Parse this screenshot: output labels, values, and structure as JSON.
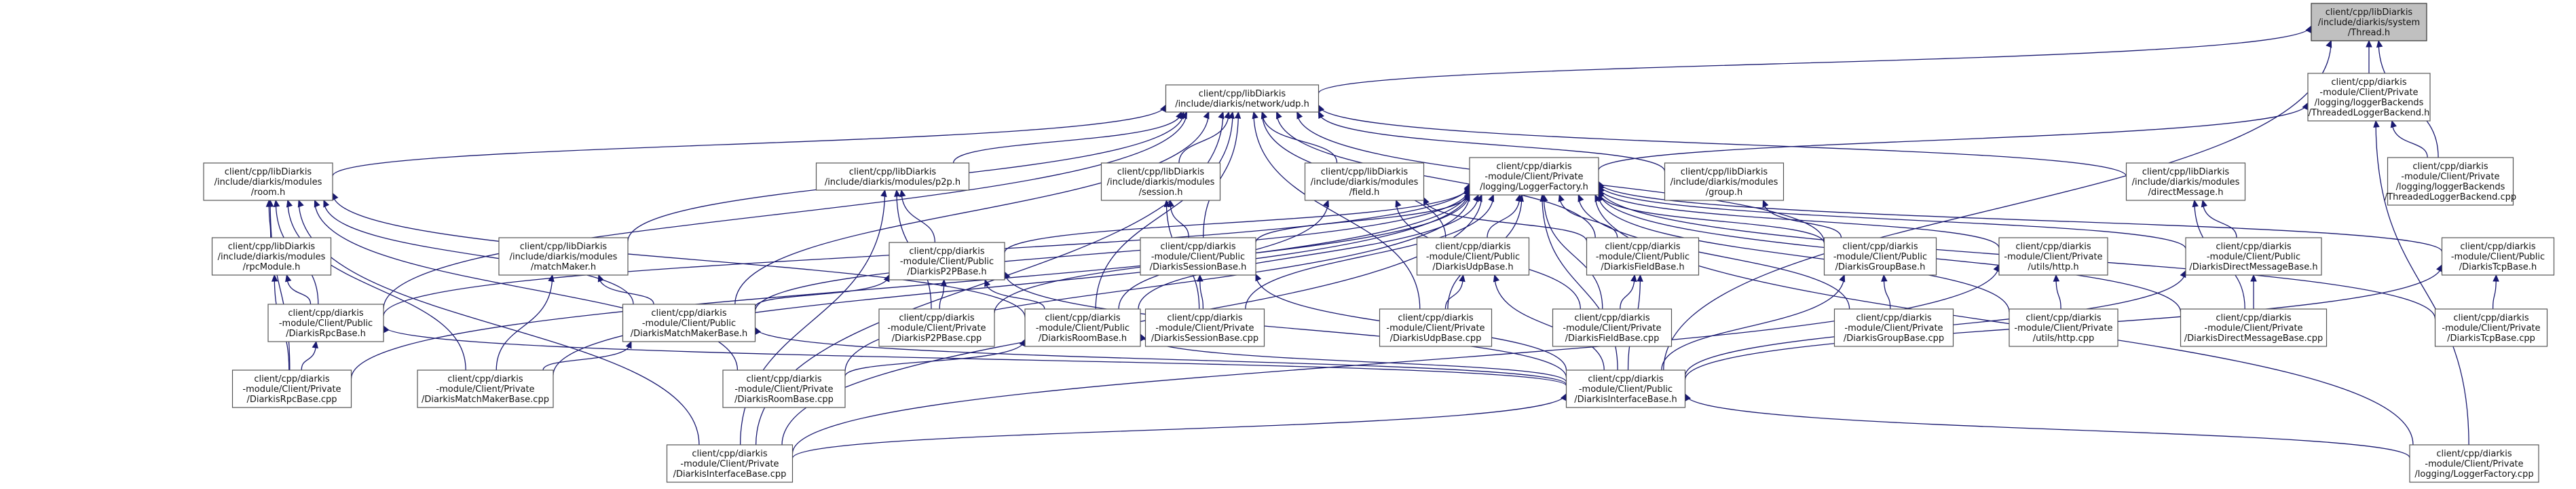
{
  "diagram": {
    "nodes": [
      {
        "id": "thread",
        "lines": [
          "client/cpp/libDiarkis",
          "/include/diarkis/system",
          "/Thread.h"
        ],
        "root": true
      },
      {
        "id": "udp",
        "lines": [
          "client/cpp/libDiarkis",
          "/include/diarkis/network/udp.h"
        ]
      },
      {
        "id": "tlb_h",
        "lines": [
          "client/cpp/diarkis",
          "-module/Client/Private",
          "/logging/loggerBackends",
          "/ThreadedLoggerBackend.h"
        ]
      },
      {
        "id": "room_h",
        "lines": [
          "client/cpp/libDiarkis",
          "/include/diarkis/modules",
          "/room.h"
        ]
      },
      {
        "id": "p2p_h",
        "lines": [
          "client/cpp/libDiarkis",
          "/include/diarkis/modules/p2p.h"
        ]
      },
      {
        "id": "session_h",
        "lines": [
          "client/cpp/libDiarkis",
          "/include/diarkis/modules",
          "/session.h"
        ]
      },
      {
        "id": "field_h",
        "lines": [
          "client/cpp/libDiarkis",
          "/include/diarkis/modules",
          "/field.h"
        ]
      },
      {
        "id": "logfac_h",
        "lines": [
          "client/cpp/diarkis",
          "-module/Client/Private",
          "/logging/LoggerFactory.h"
        ]
      },
      {
        "id": "group_h",
        "lines": [
          "client/cpp/libDiarkis",
          "/include/diarkis/modules",
          "/group.h"
        ]
      },
      {
        "id": "dm_h",
        "lines": [
          "client/cpp/libDiarkis",
          "/include/diarkis/modules",
          "/directMessage.h"
        ]
      },
      {
        "id": "tlb_cpp",
        "lines": [
          "client/cpp/diarkis",
          "-module/Client/Private",
          "/logging/loggerBackends",
          "/ThreadedLoggerBackend.cpp"
        ]
      },
      {
        "id": "rpcmod_h",
        "lines": [
          "client/cpp/libDiarkis",
          "/include/diarkis/modules",
          "/rpcModule.h"
        ]
      },
      {
        "id": "mm_h",
        "lines": [
          "client/cpp/libDiarkis",
          "/include/diarkis/modules",
          "/matchMaker.h"
        ]
      },
      {
        "id": "p2pbase_h",
        "lines": [
          "client/cpp/diarkis",
          "-module/Client/Public",
          "/DiarkisP2PBase.h"
        ]
      },
      {
        "id": "sessbase_h",
        "lines": [
          "client/cpp/diarkis",
          "-module/Client/Public",
          "/DiarkisSessionBase.h"
        ]
      },
      {
        "id": "udpbase_h",
        "lines": [
          "client/cpp/diarkis",
          "-module/Client/Public",
          "/DiarkisUdpBase.h"
        ]
      },
      {
        "id": "fieldbase_h",
        "lines": [
          "client/cpp/diarkis",
          "-module/Client/Public",
          "/DiarkisFieldBase.h"
        ]
      },
      {
        "id": "groupbase_h",
        "lines": [
          "client/cpp/diarkis",
          "-module/Client/Public",
          "/DiarkisGroupBase.h"
        ]
      },
      {
        "id": "http_h",
        "lines": [
          "client/cpp/diarkis",
          "-module/Client/Private",
          "/utils/http.h"
        ]
      },
      {
        "id": "dmbase_h",
        "lines": [
          "client/cpp/diarkis",
          "-module/Client/Public",
          "/DiarkisDirectMessageBase.h"
        ]
      },
      {
        "id": "tcpbase_h",
        "lines": [
          "client/cpp/diarkis",
          "-module/Client/Public",
          "/DiarkisTcpBase.h"
        ]
      },
      {
        "id": "rpcbase_h",
        "lines": [
          "client/cpp/diarkis",
          "-module/Client/Public",
          "/DiarkisRpcBase.h"
        ]
      },
      {
        "id": "mmbase_h",
        "lines": [
          "client/cpp/diarkis",
          "-module/Client/Public",
          "/DiarkisMatchMakerBase.h"
        ]
      },
      {
        "id": "p2pbase_cpp",
        "lines": [
          "client/cpp/diarkis",
          "-module/Client/Private",
          "/DiarkisP2PBase.cpp"
        ]
      },
      {
        "id": "roombase_h",
        "lines": [
          "client/cpp/diarkis",
          "-module/Client/Public",
          "/DiarkisRoomBase.h"
        ]
      },
      {
        "id": "sessbase_cpp",
        "lines": [
          "client/cpp/diarkis",
          "-module/Client/Private",
          "/DiarkisSessionBase.cpp"
        ]
      },
      {
        "id": "udpbase_cpp",
        "lines": [
          "client/cpp/diarkis",
          "-module/Client/Private",
          "/DiarkisUdpBase.cpp"
        ]
      },
      {
        "id": "fieldbase_cpp",
        "lines": [
          "client/cpp/diarkis",
          "-module/Client/Private",
          "/DiarkisFieldBase.cpp"
        ]
      },
      {
        "id": "groupbase_cpp",
        "lines": [
          "client/cpp/diarkis",
          "-module/Client/Private",
          "/DiarkisGroupBase.cpp"
        ]
      },
      {
        "id": "http_cpp",
        "lines": [
          "client/cpp/diarkis",
          "-module/Client/Private",
          "/utils/http.cpp"
        ]
      },
      {
        "id": "dmbase_cpp",
        "lines": [
          "client/cpp/diarkis",
          "-module/Client/Private",
          "/DiarkisDirectMessageBase.cpp"
        ]
      },
      {
        "id": "tcpbase_cpp",
        "lines": [
          "client/cpp/diarkis",
          "-module/Client/Private",
          "/DiarkisTcpBase.cpp"
        ]
      },
      {
        "id": "rpcbase_cpp",
        "lines": [
          "client/cpp/diarkis",
          "-module/Client/Private",
          "/DiarkisRpcBase.cpp"
        ]
      },
      {
        "id": "mmbase_cpp",
        "lines": [
          "client/cpp/diarkis",
          "-module/Client/Private",
          "/DiarkisMatchMakerBase.cpp"
        ]
      },
      {
        "id": "roombase_cpp",
        "lines": [
          "client/cpp/diarkis",
          "-module/Client/Private",
          "/DiarkisRoomBase.cpp"
        ]
      },
      {
        "id": "ifbase_h",
        "lines": [
          "client/cpp/diarkis",
          "-module/Client/Public",
          "/DiarkisInterfaceBase.h"
        ]
      },
      {
        "id": "ifbase_cpp",
        "lines": [
          "client/cpp/diarkis",
          "-module/Client/Private",
          "/DiarkisInterfaceBase.cpp"
        ]
      },
      {
        "id": "logfac_cpp",
        "lines": [
          "client/cpp/diarkis",
          "-module/Client/Private",
          "/logging/LoggerFactory.cpp"
        ]
      }
    ],
    "edges": [
      [
        "thread",
        "udp"
      ],
      [
        "thread",
        "tlb_h"
      ],
      [
        "thread",
        "tlb_cpp"
      ],
      [
        "thread",
        "ifbase_h"
      ],
      [
        "tlb_h",
        "logfac_h"
      ],
      [
        "tlb_h",
        "tlb_cpp"
      ],
      [
        "tlb_h",
        "logfac_cpp"
      ],
      [
        "udp",
        "room_h"
      ],
      [
        "udp",
        "p2p_h"
      ],
      [
        "udp",
        "session_h"
      ],
      [
        "udp",
        "field_h"
      ],
      [
        "udp",
        "group_h"
      ],
      [
        "udp",
        "dm_h"
      ],
      [
        "udp",
        "mm_h"
      ],
      [
        "udp",
        "rpcbase_h"
      ],
      [
        "udp",
        "mmbase_h"
      ],
      [
        "udp",
        "roombase_h"
      ],
      [
        "udp",
        "sessbase_h"
      ],
      [
        "udp",
        "udpbase_h"
      ],
      [
        "udp",
        "fieldbase_h"
      ],
      [
        "udp",
        "groupbase_h"
      ],
      [
        "udp",
        "udpbase_cpp"
      ],
      [
        "udp",
        "ifbase_cpp"
      ],
      [
        "room_h",
        "rpcmod_h"
      ],
      [
        "room_h",
        "rpcbase_h"
      ],
      [
        "room_h",
        "mmbase_h"
      ],
      [
        "room_h",
        "roombase_h"
      ],
      [
        "room_h",
        "rpcbase_cpp"
      ],
      [
        "room_h",
        "mmbase_cpp"
      ],
      [
        "room_h",
        "roombase_cpp"
      ],
      [
        "room_h",
        "ifbase_cpp"
      ],
      [
        "rpcmod_h",
        "rpcbase_h"
      ],
      [
        "rpcmod_h",
        "rpcbase_cpp"
      ],
      [
        "mm_h",
        "mmbase_h"
      ],
      [
        "mm_h",
        "mmbase_cpp"
      ],
      [
        "p2p_h",
        "p2pbase_h"
      ],
      [
        "p2p_h",
        "p2pbase_cpp"
      ],
      [
        "p2p_h",
        "ifbase_cpp"
      ],
      [
        "session_h",
        "sessbase_h"
      ],
      [
        "session_h",
        "sessbase_cpp"
      ],
      [
        "field_h",
        "fieldbase_h"
      ],
      [
        "field_h",
        "fieldbase_cpp"
      ],
      [
        "field_h",
        "roombase_h"
      ],
      [
        "group_h",
        "groupbase_h"
      ],
      [
        "dm_h",
        "dmbase_h"
      ],
      [
        "dm_h",
        "dmbase_cpp"
      ],
      [
        "logfac_h",
        "rpcbase_h"
      ],
      [
        "logfac_h",
        "mmbase_h"
      ],
      [
        "logfac_h",
        "p2pbase_h"
      ],
      [
        "logfac_h",
        "roombase_h"
      ],
      [
        "logfac_h",
        "sessbase_h"
      ],
      [
        "logfac_h",
        "udpbase_h"
      ],
      [
        "logfac_h",
        "fieldbase_h"
      ],
      [
        "logfac_h",
        "groupbase_h"
      ],
      [
        "logfac_h",
        "http_h"
      ],
      [
        "logfac_h",
        "dmbase_h"
      ],
      [
        "logfac_h",
        "tcpbase_h"
      ],
      [
        "logfac_h",
        "ifbase_h"
      ],
      [
        "logfac_h",
        "rpcbase_cpp"
      ],
      [
        "logfac_h",
        "mmbase_cpp"
      ],
      [
        "logfac_h",
        "p2pbase_cpp"
      ],
      [
        "logfac_h",
        "roombase_cpp"
      ],
      [
        "logfac_h",
        "sessbase_cpp"
      ],
      [
        "logfac_h",
        "udpbase_cpp"
      ],
      [
        "logfac_h",
        "fieldbase_cpp"
      ],
      [
        "logfac_h",
        "groupbase_cpp"
      ],
      [
        "logfac_h",
        "http_cpp"
      ],
      [
        "logfac_h",
        "dmbase_cpp"
      ],
      [
        "logfac_h",
        "tcpbase_cpp"
      ],
      [
        "logfac_h",
        "ifbase_cpp"
      ],
      [
        "logfac_h",
        "logfac_cpp"
      ],
      [
        "rpcbase_h",
        "rpcbase_cpp"
      ],
      [
        "rpcbase_h",
        "ifbase_h"
      ],
      [
        "mmbase_h",
        "mmbase_cpp"
      ],
      [
        "mmbase_h",
        "ifbase_h"
      ],
      [
        "p2pbase_h",
        "p2pbase_cpp"
      ],
      [
        "p2pbase_h",
        "ifbase_h"
      ],
      [
        "p2pbase_h",
        "mmbase_h"
      ],
      [
        "p2pbase_h",
        "roombase_h"
      ],
      [
        "roombase_h",
        "roombase_cpp"
      ],
      [
        "roombase_h",
        "ifbase_h"
      ],
      [
        "sessbase_h",
        "sessbase_cpp"
      ],
      [
        "sessbase_h",
        "ifbase_h"
      ],
      [
        "udpbase_h",
        "udpbase_cpp"
      ],
      [
        "udpbase_h",
        "ifbase_h"
      ],
      [
        "fieldbase_h",
        "fieldbase_cpp"
      ],
      [
        "fieldbase_h",
        "ifbase_h"
      ],
      [
        "groupbase_h",
        "groupbase_cpp"
      ],
      [
        "groupbase_h",
        "ifbase_h"
      ],
      [
        "http_h",
        "http_cpp"
      ],
      [
        "http_h",
        "ifbase_cpp"
      ],
      [
        "dmbase_h",
        "dmbase_cpp"
      ],
      [
        "dmbase_h",
        "ifbase_h"
      ],
      [
        "tcpbase_h",
        "tcpbase_cpp"
      ],
      [
        "tcpbase_h",
        "ifbase_h"
      ],
      [
        "ifbase_h",
        "ifbase_cpp"
      ],
      [
        "ifbase_h",
        "logfac_cpp"
      ]
    ]
  },
  "colors": {
    "edge": "#191970",
    "root_fill": "#c0c0c0",
    "node_fill": "#ffffff",
    "node_border": "#555555"
  }
}
